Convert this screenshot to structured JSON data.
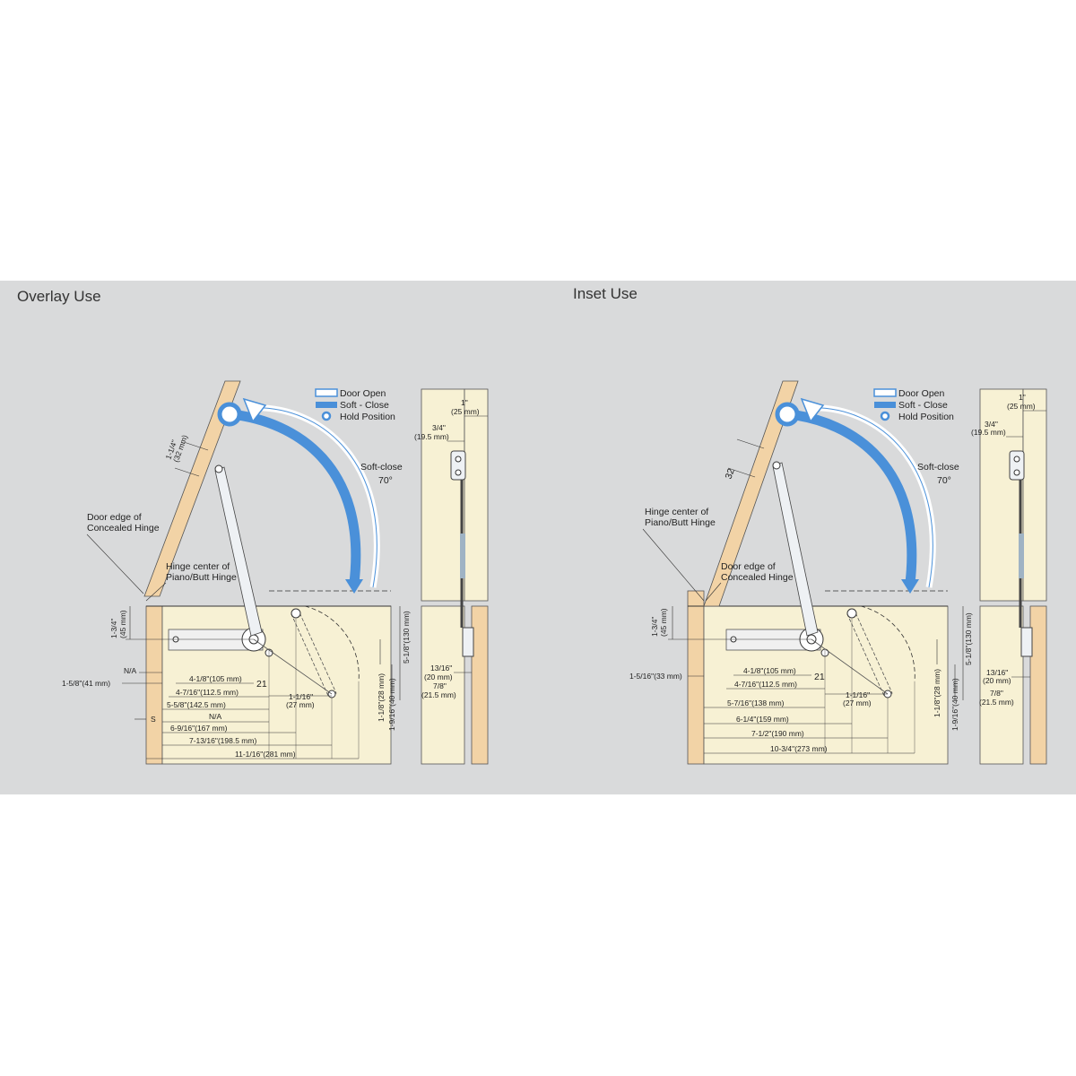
{
  "titles": {
    "overlay": "Overlay Use",
    "inset": "Inset Use"
  },
  "colors": {
    "panel": "#d9dadb",
    "wood": "#f2d3a6",
    "cabinet": "#f7f1d4",
    "arrow": "#4a90d9"
  },
  "legend": {
    "door_open": "Door Open",
    "soft_close": "Soft - Close",
    "hold_position": "Hold Position"
  },
  "overlay": {
    "soft_close": "Soft-close",
    "angle": "70°",
    "door_edge_1": "Door edge of",
    "door_edge_2": "Concealed Hinge",
    "hinge_center_1": "Hinge center of",
    "hinge_center_2": "Piano/Butt Hinge",
    "dim_32_in": "1-1/4\"",
    "dim_32_mm": "(32 mm)",
    "dim_45_in": "1-3/4\"",
    "dim_45_mm": "(45 mm)",
    "dim_na_1": "N/A",
    "dim_41": "1-5/8\"(41 mm)",
    "dim_s": "S",
    "dim_na_2": "N/A",
    "dim_105": "4-1/8\"(105 mm)",
    "dim_112": "4-7/16\"(112.5 mm)",
    "dim_142": "5-5/8\"(142.5 mm)",
    "dim_167": "6-9/16\"(167 mm)",
    "dim_198": "7-13/16\"(198.5 mm)",
    "dim_281": "11-1/16\"(281 mm)",
    "dim_21": "21",
    "dim_27_in": "1-1/16\"",
    "dim_27_mm": "(27 mm)",
    "dim_28": "1-1/8\"(28 mm)",
    "dim_40": "1-9/16\"(40 mm)",
    "dim_130": "5-1/8\"(130 mm)",
    "side_25_in": "1\"",
    "side_25_mm": "(25 mm)",
    "side_19_in": "3/4\"",
    "side_19_mm": "(19.5 mm)",
    "side_20_in": "13/16\"",
    "side_20_mm": "(20 mm)",
    "side_21_in": "7/8\"",
    "side_21_mm": "(21.5 mm)"
  },
  "inset": {
    "soft_close": "Soft-close",
    "angle": "70°",
    "hinge_center_1": "Hinge center of",
    "hinge_center_2": "Piano/Butt Hinge",
    "door_edge_1": "Door edge of",
    "door_edge_2": "Concealed Hinge",
    "dim_32": "32",
    "dim_45_in": "1-3/4\"",
    "dim_45_mm": "(45 mm)",
    "dim_33": "1-5/16\"(33 mm)",
    "dim_105": "4-1/8\"(105 mm)",
    "dim_112": "4-7/16\"(112.5 mm)",
    "dim_138": "5-7/16\"(138 mm)",
    "dim_159": "6-1/4\"(159 mm)",
    "dim_190": "7-1/2\"(190 mm)",
    "dim_273": "10-3/4\"(273 mm)",
    "dim_21": "21",
    "dim_27_in": "1-1/16\"",
    "dim_27_mm": "(27 mm)",
    "dim_28": "1-1/8\"(28 mm)",
    "dim_40": "1-9/16\"(40 mm)",
    "dim_130": "5-1/8\"(130 mm)",
    "side_25_in": "1\"",
    "side_25_mm": "(25 mm)",
    "side_19_in": "3/4\"",
    "side_19_mm": "(19.5 mm)",
    "side_20_in": "13/16\"",
    "side_20_mm": "(20 mm)",
    "side_21_in": "7/8\"",
    "side_21_mm": "(21.5 mm)"
  }
}
